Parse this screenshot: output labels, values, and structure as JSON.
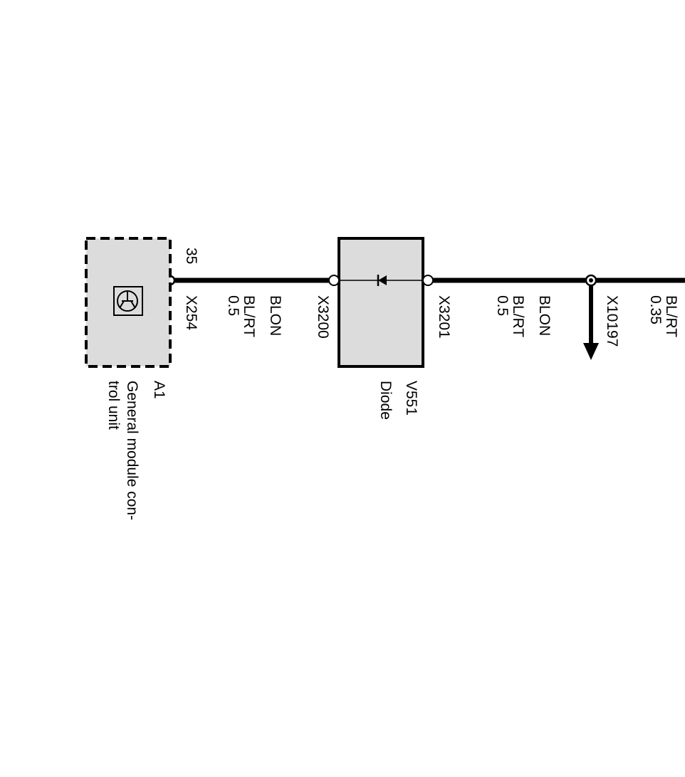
{
  "colors": {
    "wire": "#000000",
    "component_fill": "#dcdcdc",
    "background": "#ffffff"
  },
  "components": {
    "a1": {
      "id": "A1",
      "name_line1": "General module con-",
      "name_line2": "trol unit",
      "pin": "35",
      "connector": "X254",
      "icon": "transistor-icon"
    },
    "v551": {
      "id": "V551",
      "name": "Diode",
      "connector_in": "X3200",
      "connector_out": "X3201",
      "icon": "diode-icon"
    }
  },
  "wires": {
    "w1": {
      "size": "0.5",
      "color": "BL/RT",
      "system": "BLON"
    },
    "w2": {
      "size": "0.5",
      "color": "BL/RT",
      "system": "BLON"
    },
    "w3": {
      "size": "0.35",
      "color": "BL/RT"
    }
  },
  "splice": {
    "id": "X10197",
    "icon": "arrow-down-icon"
  }
}
